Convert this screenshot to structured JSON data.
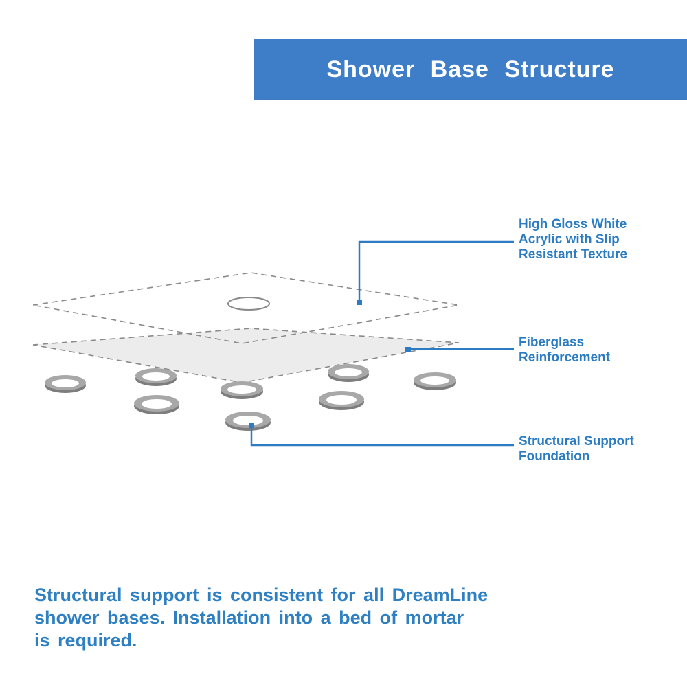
{
  "header": {
    "title": "Shower Base Structure"
  },
  "diagram": {
    "callouts": [
      {
        "id": "acrylic-layer",
        "lines": [
          "High Gloss White",
          "Acrylic with Slip",
          "Resistant Texture"
        ]
      },
      {
        "id": "fiberglass-layer",
        "lines": [
          "Fiberglass",
          "Reinforcement"
        ]
      },
      {
        "id": "support-foundation",
        "lines": [
          "Structural Support",
          "Foundation"
        ]
      }
    ],
    "parts": [
      "acrylic-top-dashed-outline",
      "drain-hole",
      "fiberglass-slab",
      "support-rings"
    ]
  },
  "footer": {
    "lines": [
      "Structural support is consistent for all DreamLine",
      "shower bases. Installation into a bed of mortar",
      "is required."
    ]
  },
  "colors": {
    "banner_blue": "#3e7dc8",
    "label_blue": "#2b7cc2",
    "footer_blue": "#2f80c3",
    "leader_blue": "#2b7cc2",
    "slab_gray": "#ececec",
    "outline_gray": "#8a8a8a",
    "ring_top_gray": "#a8a8a8",
    "ring_side_gray": "#7d7d7d"
  }
}
